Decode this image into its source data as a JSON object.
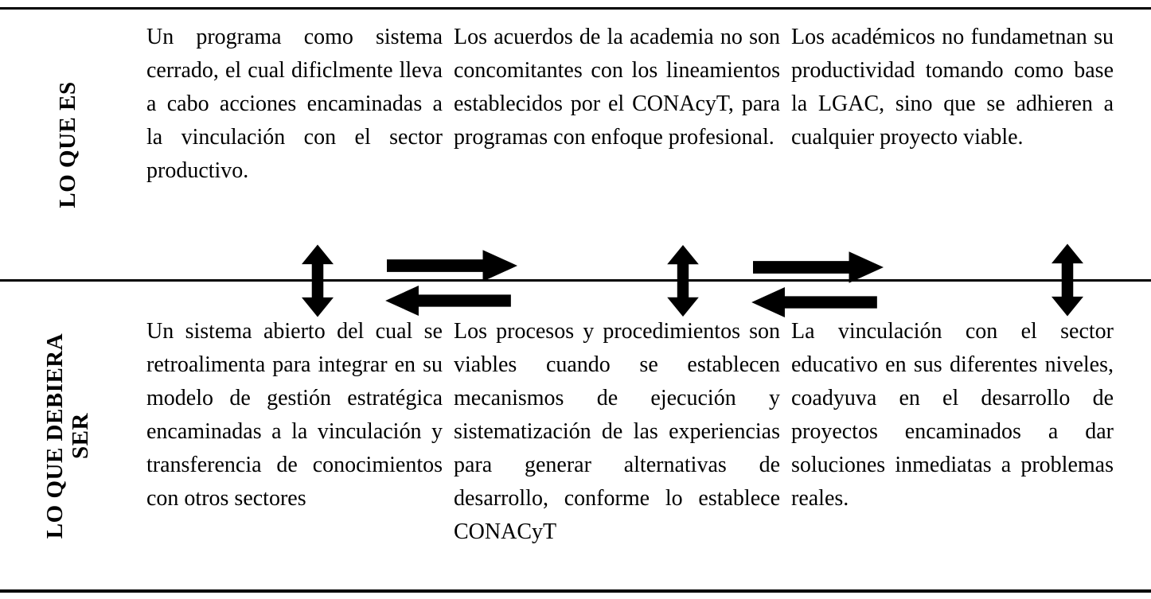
{
  "figure": {
    "rows": [
      {
        "label": "LO QUE ES",
        "cells": [
          "Un programa como sistema cerrado, el cual dificlmente lleva a cabo acciones encaminadas a la vinculación con el sector productivo.",
          "Los acuerdos de la academia no son concomitantes con los lineamientos establecidos por el CONAcyT, para programas con enfoque profesional.",
          "Los académicos no fundametnan su productividad tomando como base la LGAC, sino que se adhieren a cualquier proyecto viable."
        ]
      },
      {
        "label": "LO QUE DEBIERA SER",
        "cells": [
          "Un sistema abierto del cual se retroalimenta para integrar en su modelo de gestión estratégica encaminadas a la vinculación y transferencia de conocimientos con otros sectores",
          "Los procesos y procedimientos son viables cuando se establecen mecanismos de ejecución y sistematización de las experiencias para generar alternativas de desarrollo, conforme lo establece CONACyT",
          "La vinculación con el sector educativo en sus diferentes niveles, coadyuva en el desarrollo de proyectos encaminados a dar soluciones inmediatas a problemas reales."
        ]
      }
    ],
    "arrows": {
      "vertical_bidirectional_count": 3,
      "right_count": 2,
      "left_count": 2
    },
    "colors": {
      "text": "#000000",
      "line": "#000000",
      "arrow": "#000000",
      "background": "#ffffff"
    }
  }
}
